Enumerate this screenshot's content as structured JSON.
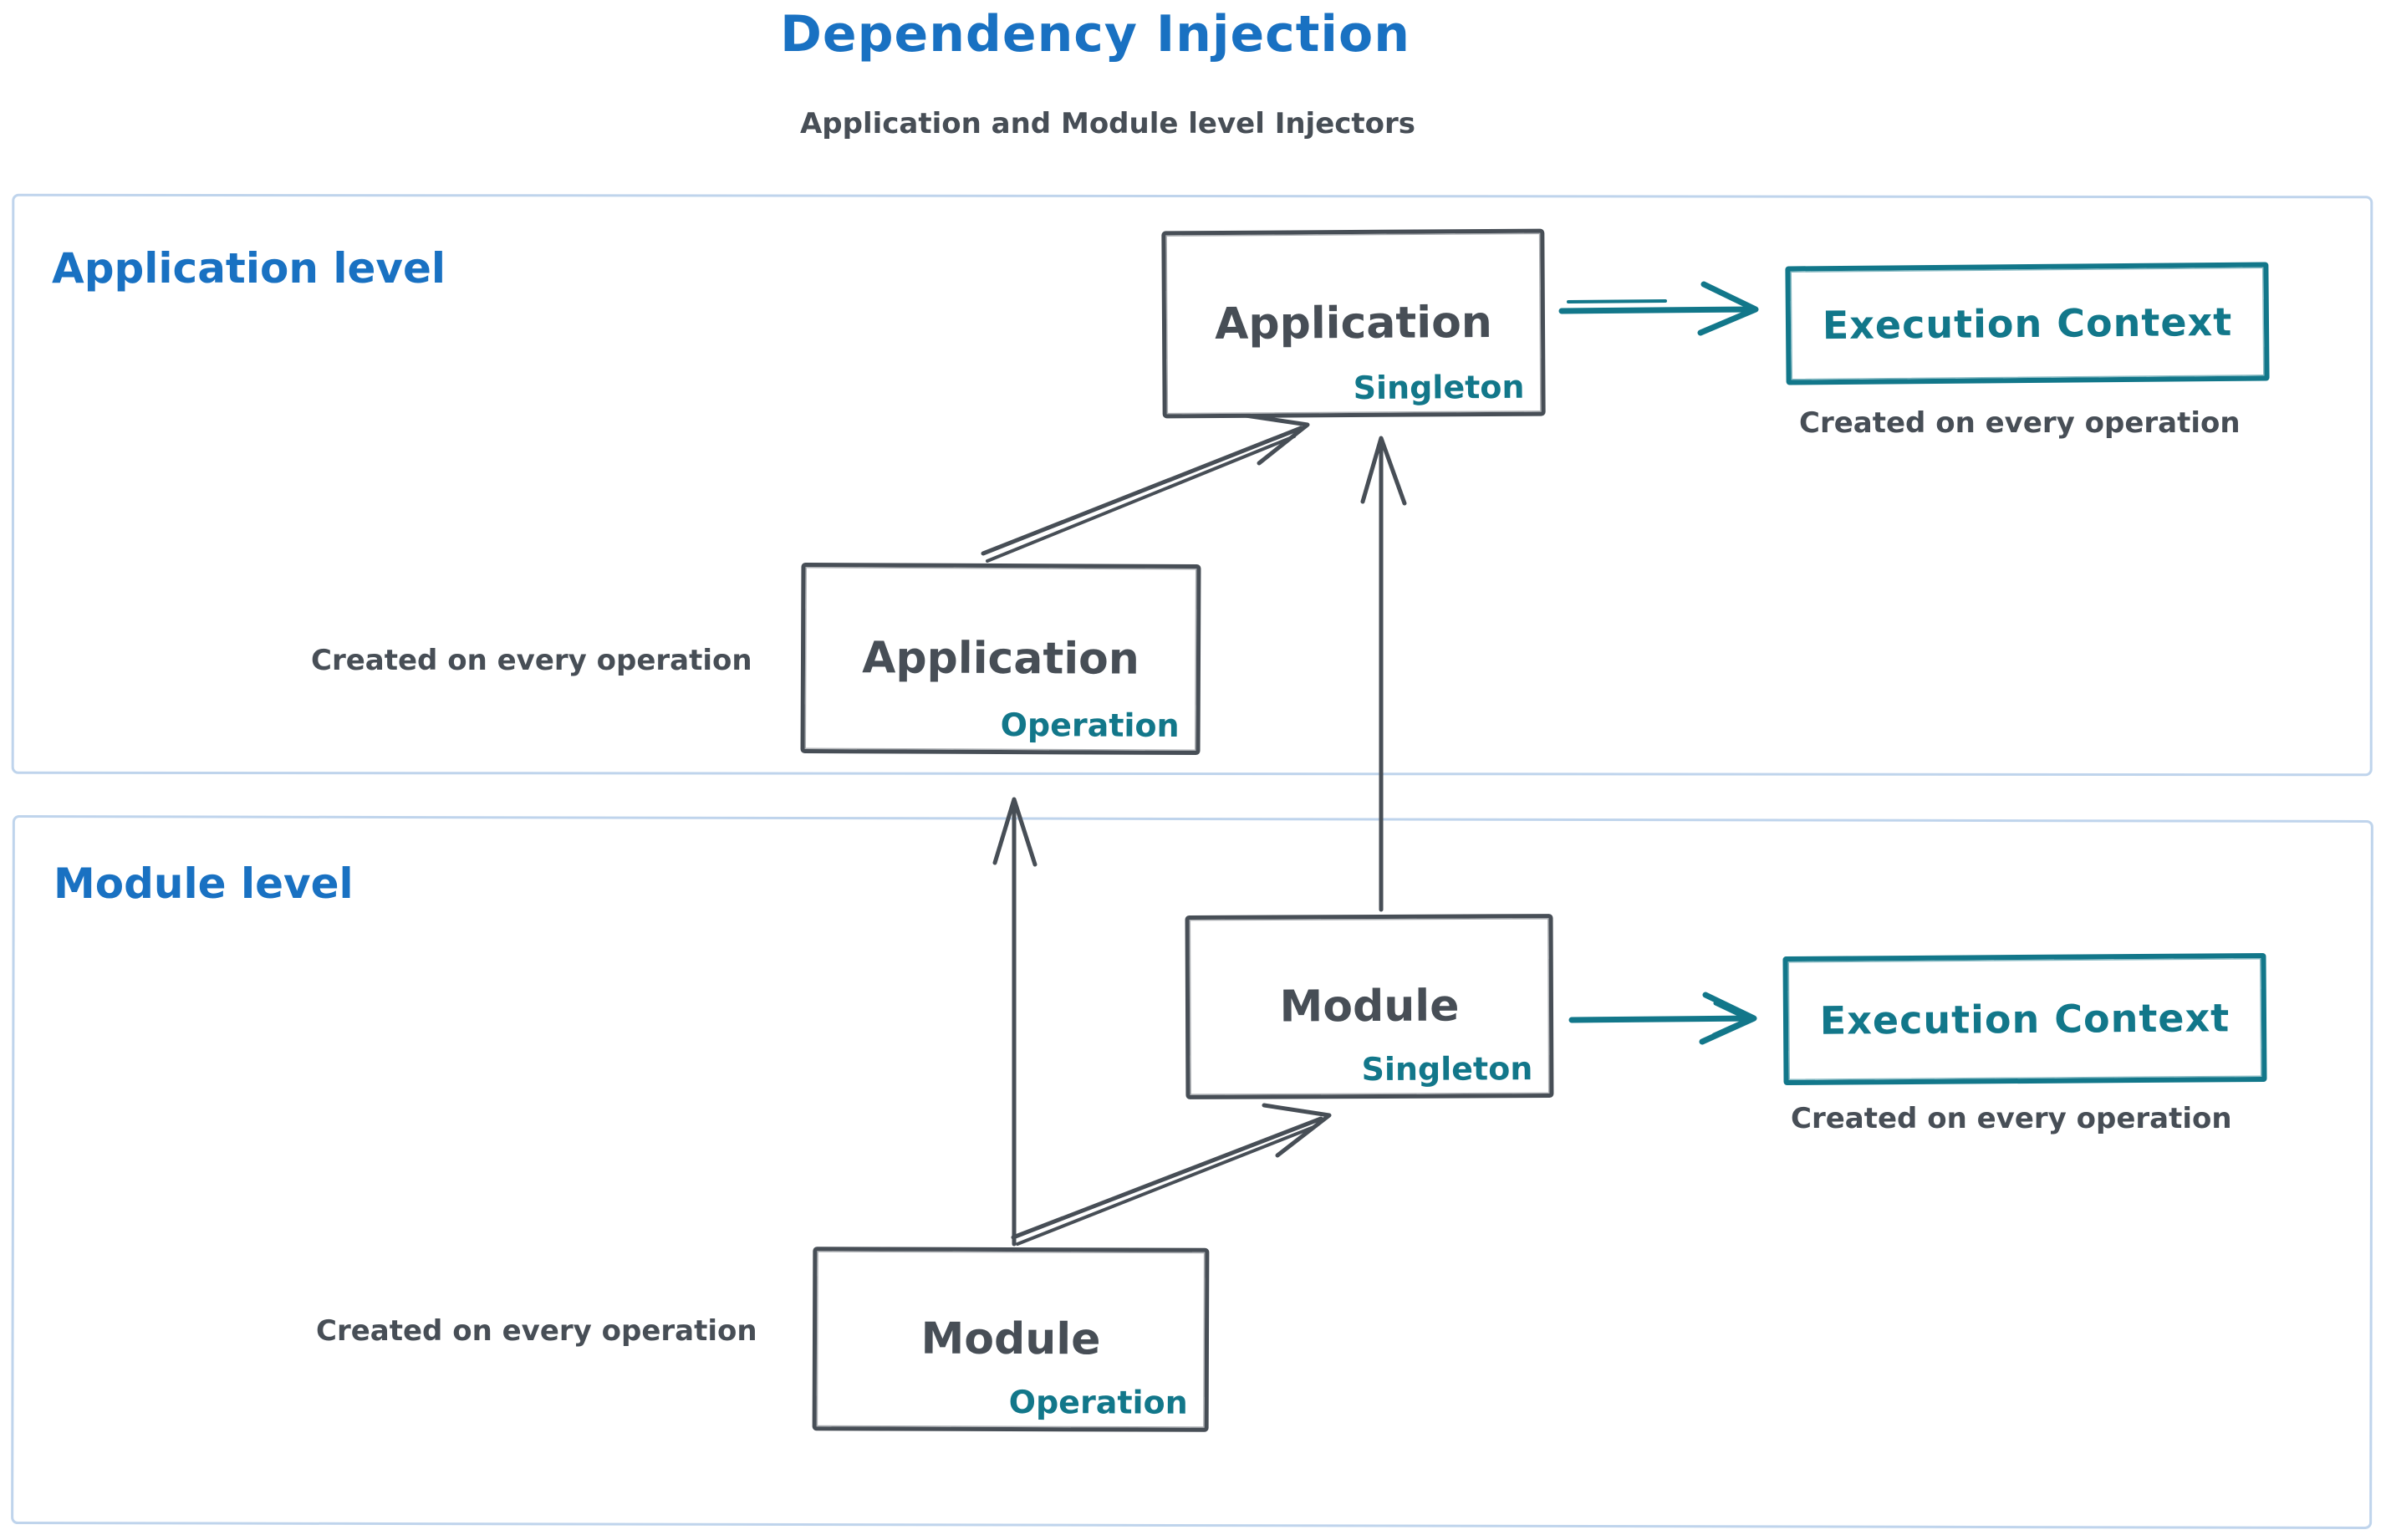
{
  "title": "Dependency Injection",
  "subtitle": "Application and Module level Injectors",
  "colors": {
    "title_blue": "#1971c2",
    "dark_slate": "#474e56",
    "teal": "#12778a",
    "container_border": "#bfd4ec",
    "background": "#ffffff"
  },
  "application_level": {
    "label": "Application level",
    "singleton_node": {
      "name": "Application",
      "scope": "Singleton"
    },
    "operation_node": {
      "name": "Application",
      "scope": "Operation"
    },
    "execution_context": {
      "label": "Execution Context"
    },
    "execution_context_note": "Created on every operation",
    "operation_node_note": "Created on every operation"
  },
  "module_level": {
    "label": "Module level",
    "singleton_node": {
      "name": "Module",
      "scope": "Singleton"
    },
    "operation_node": {
      "name": "Module",
      "scope": "Operation"
    },
    "execution_context": {
      "label": "Execution Context"
    },
    "execution_context_note": "Created on every operation",
    "operation_node_note": "Created on every operation"
  },
  "arrows": [
    {
      "id": "app-singleton-to-execution-context",
      "color": "teal"
    },
    {
      "id": "app-operation-to-app-singleton",
      "color": "dark"
    },
    {
      "id": "module-singleton-to-app-singleton",
      "color": "dark"
    },
    {
      "id": "module-operation-to-app-operation",
      "color": "dark"
    },
    {
      "id": "module-singleton-to-execution-context",
      "color": "teal"
    },
    {
      "id": "module-operation-to-module-singleton",
      "color": "dark"
    }
  ]
}
